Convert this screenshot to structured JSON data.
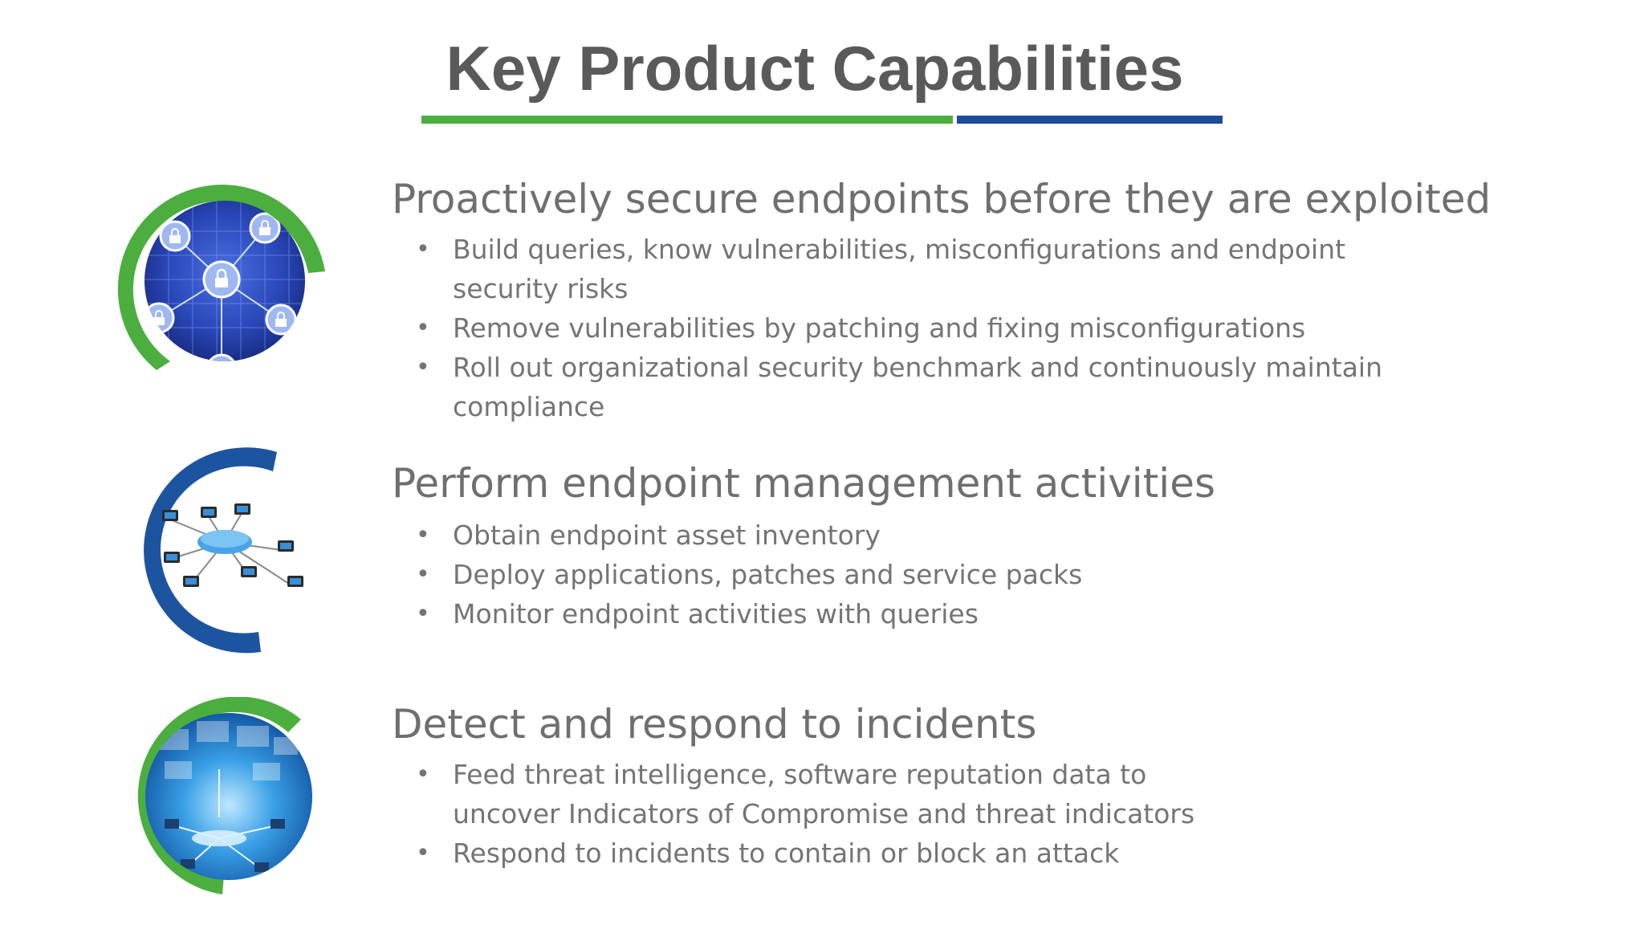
{
  "title": "Key Product Capabilities",
  "colors": {
    "accent_green": "#4cae3f",
    "accent_blue": "#1d4c9a",
    "text_gray": "#6f6f6f"
  },
  "sections": [
    {
      "heading": "Proactively secure endpoints before they are exploited",
      "icon": "security-lock-network-icon",
      "bullets": [
        "Build queries, know vulnerabilities, misconfigurations and endpoint security risks",
        "Remove vulnerabilities by patching and fixing misconfigurations",
        "Roll out organizational security benchmark and continuously maintain compliance"
      ]
    },
    {
      "heading": "Perform endpoint management activities",
      "icon": "network-computers-icon",
      "bullets": [
        "Obtain endpoint asset inventory",
        "Deploy applications, patches and service packs",
        "Monitor endpoint activities with queries"
      ]
    },
    {
      "heading": "Detect and respond to incidents",
      "icon": "threat-network-globe-icon",
      "bullets": [
        "Feed threat intelligence, software reputation data to uncover Indicators of Compromise and threat indicators",
        "Respond to incidents to contain or block an attack"
      ]
    }
  ]
}
